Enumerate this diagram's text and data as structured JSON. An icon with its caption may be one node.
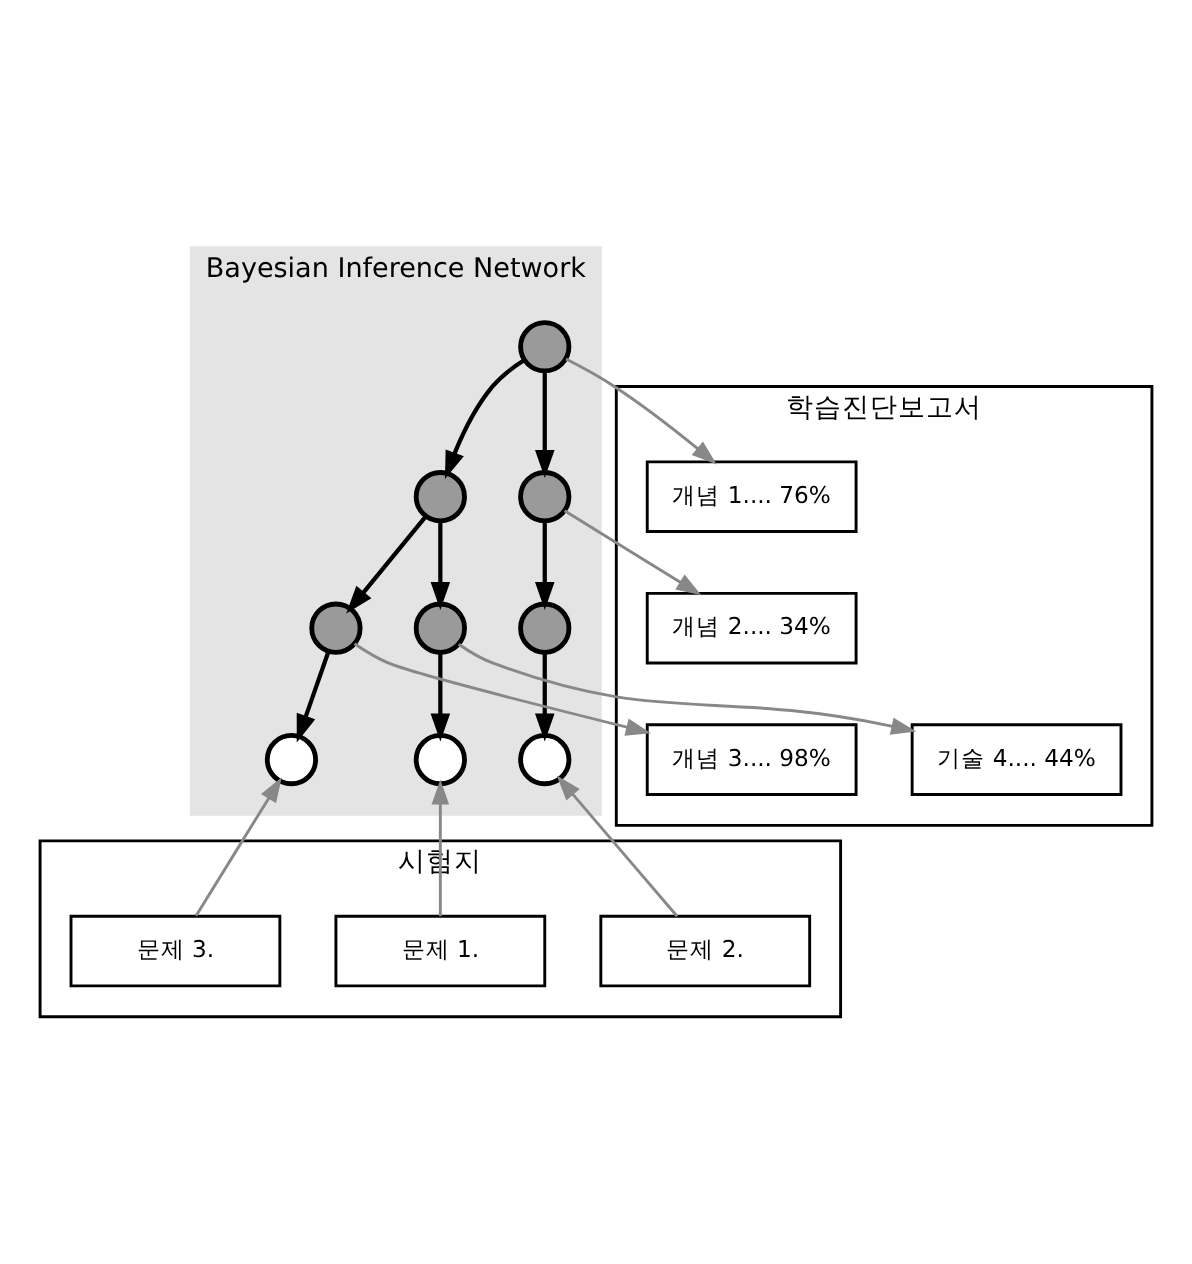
{
  "diagram": {
    "nodes": [
      {
        "text": [
          "Bayesian Inference Network"
        ]
      },
      {
        "text": [],
        "shape": "circle",
        "in": 0
      },
      {
        "text": [],
        "shape": "circle",
        "in": 0
      },
      {
        "text": [],
        "shape": "circle",
        "in": 0
      },
      {
        "text": [],
        "shape": "circle",
        "in": 0
      },
      {
        "text": [],
        "shape": "circle",
        "in": 0
      },
      {
        "text": [],
        "shape": "circle",
        "in": 0
      },
      {
        "text": [],
        "shape": "circle",
        "in": 0
      },
      {
        "text": [],
        "shape": "circle",
        "in": 0
      },
      {
        "text": [],
        "shape": "circle",
        "in": 0
      },
      {
        "text": [
          "학습진단보고서"
        ]
      },
      {
        "text": [
          "개념 1.... 76%"
        ],
        "in": 10
      },
      {
        "text": [
          "개념 2.... 34%"
        ],
        "in": 10
      },
      {
        "text": [
          "개념 3.... 98%"
        ],
        "in": 10
      },
      {
        "text": [
          "기술 4.... 44%"
        ],
        "in": 10
      },
      {
        "text": [
          "시험지"
        ]
      },
      {
        "text": [
          "문제 1."
        ],
        "in": 15
      },
      {
        "text": [
          "문제 2."
        ],
        "in": 15
      },
      {
        "text": [
          "문제 3."
        ],
        "in": 15
      }
    ],
    "edges": [
      {
        "from": 1,
        "to": 2,
        "arrow": "to"
      },
      {
        "from": 1,
        "to": 3,
        "arrow": "to"
      },
      {
        "from": 2,
        "to": 4,
        "arrow": "to"
      },
      {
        "from": 3,
        "to": 5,
        "arrow": "to"
      },
      {
        "from": 3,
        "to": 6,
        "arrow": "to"
      },
      {
        "from": 4,
        "to": 7,
        "arrow": "to"
      },
      {
        "from": 5,
        "to": 8,
        "arrow": "to"
      },
      {
        "from": 6,
        "to": 9,
        "arrow": "to"
      },
      {
        "from": 1,
        "to": 11,
        "arrow": "to",
        "color": "#888888"
      },
      {
        "from": 2,
        "to": 12,
        "arrow": "to",
        "color": "#888888"
      },
      {
        "from": 6,
        "to": 13,
        "arrow": "to",
        "color": "#888888"
      },
      {
        "from": 5,
        "to": 14,
        "arrow": "to",
        "color": "#888888"
      },
      {
        "from": 16,
        "to": 8,
        "arrow": "to",
        "color": "#888888"
      },
      {
        "from": 17,
        "to": 7,
        "arrow": "to",
        "color": "#888888"
      },
      {
        "from": 18,
        "to": 9,
        "arrow": "to",
        "color": "#888888"
      }
    ]
  }
}
